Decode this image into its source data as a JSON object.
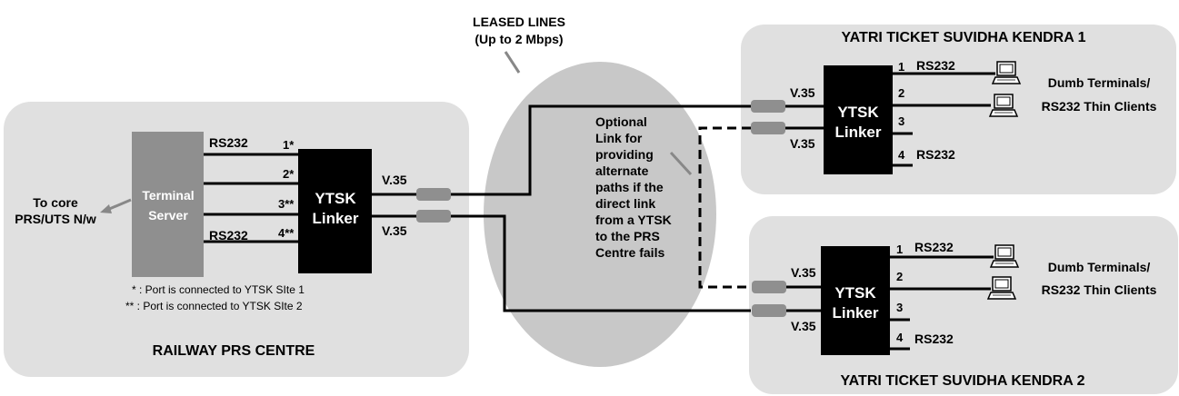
{
  "leased": {
    "line1": "LEASED LINES",
    "line2": "(Up to 2 Mbps)"
  },
  "prs": {
    "title": "RAILWAY PRS CENTRE",
    "terminal_server": [
      "Terminal",
      "Server"
    ],
    "core_label": [
      "To core",
      "PRS/UTS N/w"
    ],
    "rs232_top": "RS232",
    "rs232_bottom": "RS232",
    "ports": [
      "1*",
      "2*",
      "3**",
      "4**"
    ],
    "linker": [
      "YTSK",
      "Linker"
    ],
    "v35_top": "V.35",
    "v35_bottom": "V.35",
    "notes": [
      "* : Port is connected to YTSK SIte 1",
      "** : Port is connected to YTSK SIte 2"
    ]
  },
  "optional_text": [
    "Optional",
    "Link for",
    "providing",
    "alternate",
    "paths if the",
    "direct link",
    "from a YTSK",
    "to the PRS",
    "Centre fails"
  ],
  "kendra1": {
    "title": "YATRI TICKET SUVIDHA KENDRA 1",
    "linker": [
      "YTSK",
      "Linker"
    ],
    "v35_top": "V.35",
    "v35_bottom": "V.35",
    "ports": [
      "1",
      "2",
      "3",
      "4"
    ],
    "rs232_top": "RS232",
    "rs232_bottom": "RS232",
    "terminals": [
      "Dumb Terminals/",
      "RS232 Thin Clients"
    ]
  },
  "kendra2": {
    "title": "YATRI TICKET SUVIDHA KENDRA 2",
    "linker": [
      "YTSK",
      "Linker"
    ],
    "v35_top": "V.35",
    "v35_bottom": "V.35",
    "ports": [
      "1",
      "2",
      "3",
      "4"
    ],
    "rs232_top": "RS232",
    "rs232_bottom": "RS232",
    "terminals": [
      "Dumb Terminals/",
      "RS232 Thin Clients"
    ]
  }
}
